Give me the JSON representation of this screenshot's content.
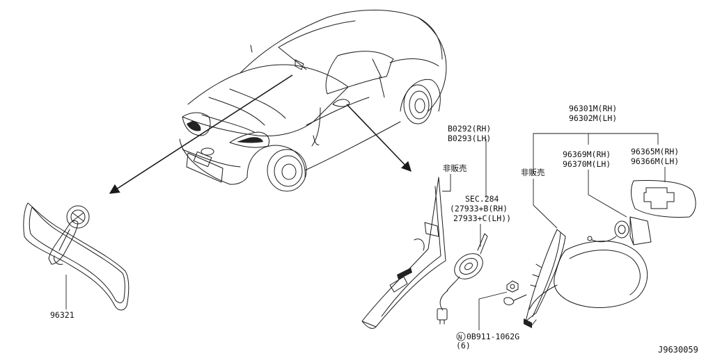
{
  "labels": {
    "part_96321": "96321",
    "part_b0292": "B0292(RH)",
    "part_b0293": "B0293(LH)",
    "not_for_sale_1": "非販売",
    "sec_284": "SEC.284",
    "part_27933b": "(27933+B(RH)",
    "part_27933c": "27933+C(LH))",
    "part_96301m": "96301M(RH)",
    "part_96302m": "96302M(LH)",
    "not_for_sale_2": "非販売",
    "part_96369m": "96369M(RH)",
    "part_96370m": "96370M(LH)",
    "part_96365m": "96365M(RH)",
    "part_96366m": "96366M(LH)",
    "bolt_symbol": "N",
    "bolt_part": "0B911-1062G",
    "bolt_qty": "(6)",
    "diagram_id": "J9630059"
  }
}
